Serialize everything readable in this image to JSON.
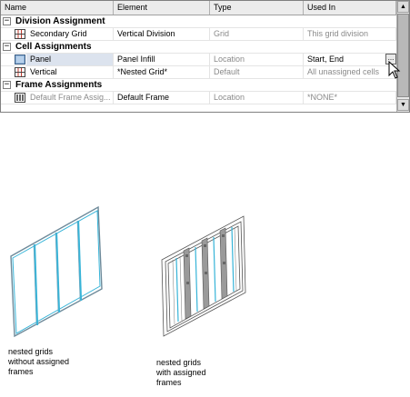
{
  "columns": [
    "Name",
    "Element",
    "Type",
    "Used In"
  ],
  "groups": [
    {
      "label": "Division Assignment",
      "expander": "−",
      "rows": [
        {
          "name": "Secondary Grid",
          "element": "Vertical Division",
          "type": "Grid",
          "used_in": "This grid division",
          "icon": "grid-division-icon",
          "dim": false,
          "selected": false
        }
      ]
    },
    {
      "label": "Cell Assignments",
      "expander": "−",
      "rows": [
        {
          "name": "Panel",
          "element": "Panel Infill",
          "type": "Location",
          "used_in": "Start, End",
          "icon": "panel-icon",
          "dim": false,
          "selected": true,
          "edit_button": "..."
        },
        {
          "name": "Vertical",
          "element": "*Nested Grid*",
          "type": "Default",
          "used_in": "All unassigned cells",
          "icon": "grid-division-icon",
          "dim": false,
          "selected": false
        }
      ]
    },
    {
      "label": "Frame Assignments",
      "expander": "−",
      "rows": [
        {
          "name": "Default Frame Assig...",
          "element": "Default Frame",
          "type": "Location",
          "used_in": "*NONE*",
          "icon": "frame-icon",
          "dim": true,
          "selected": false
        }
      ]
    }
  ],
  "scrollbar": {
    "up": "▲",
    "down": "▼"
  },
  "illustrations": [
    {
      "caption": [
        "nested grids",
        "without assigned",
        "frames"
      ],
      "style": "plain"
    },
    {
      "caption": [
        "nested grids",
        "with assigned",
        "frames"
      ],
      "style": "framed"
    }
  ],
  "colors": {
    "glass_line": "#37b4d8",
    "frame_gray": "#9a9a9a",
    "selection": "#dce3ee"
  }
}
